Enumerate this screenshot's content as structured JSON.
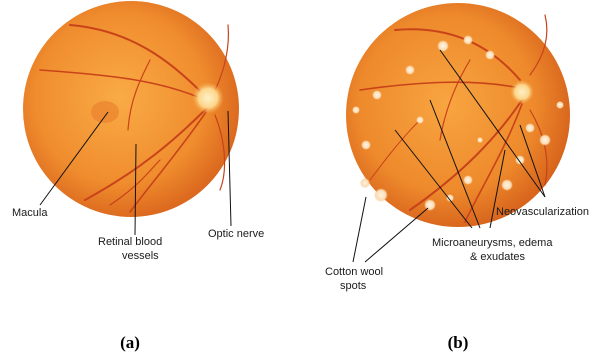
{
  "figure": {
    "panels": [
      {
        "caption": "(a)",
        "labels": {
          "macula": "Macula",
          "vessels_line1": "Retinal blood",
          "vessels_line2": "vessels",
          "optic_nerve": "Optic nerve"
        }
      },
      {
        "caption": "(b)",
        "labels": {
          "neovascularization": "Neovascularization",
          "micro_line1": "Microaneurysms, edema",
          "micro_line2": "& exudates",
          "cotton_line1": "Cotton wool",
          "cotton_line2": "spots"
        }
      }
    ]
  },
  "colors": {
    "retina_center": "#f7a33c",
    "retina_edge": "#d8601a",
    "vessel": "#c8431a",
    "optic_disc": "#fde2a2",
    "exudate": "#fbe6c6"
  }
}
